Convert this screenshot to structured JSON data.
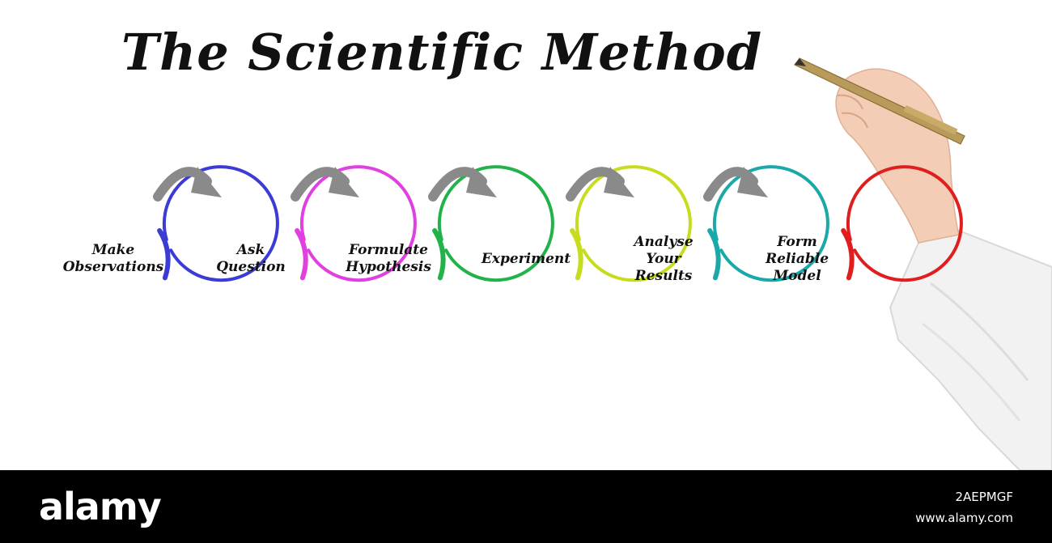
{
  "title": "The Scientific Method",
  "steps": [
    {
      "lines": [
        "Make",
        "Observations"
      ],
      "color": "#3b3bd6"
    },
    {
      "lines": [
        "Ask",
        "Question"
      ],
      "color": "#e040e0"
    },
    {
      "lines": [
        "Formulate",
        "Hypothesis"
      ],
      "color": "#22b24a"
    },
    {
      "lines": [
        "Experiment"
      ],
      "color": "#c8dc1e"
    },
    {
      "lines": [
        "Analyse",
        "Your",
        "Results"
      ],
      "color": "#1aa8a8"
    },
    {
      "lines": [
        "Form",
        "Reliable",
        "Model"
      ],
      "color": "#e01e1e"
    }
  ],
  "arrow_color": "#8a8a8a",
  "footer": {
    "logo": "alamy",
    "image_id": "2AEPMGF",
    "url": "www.alamy.com"
  }
}
